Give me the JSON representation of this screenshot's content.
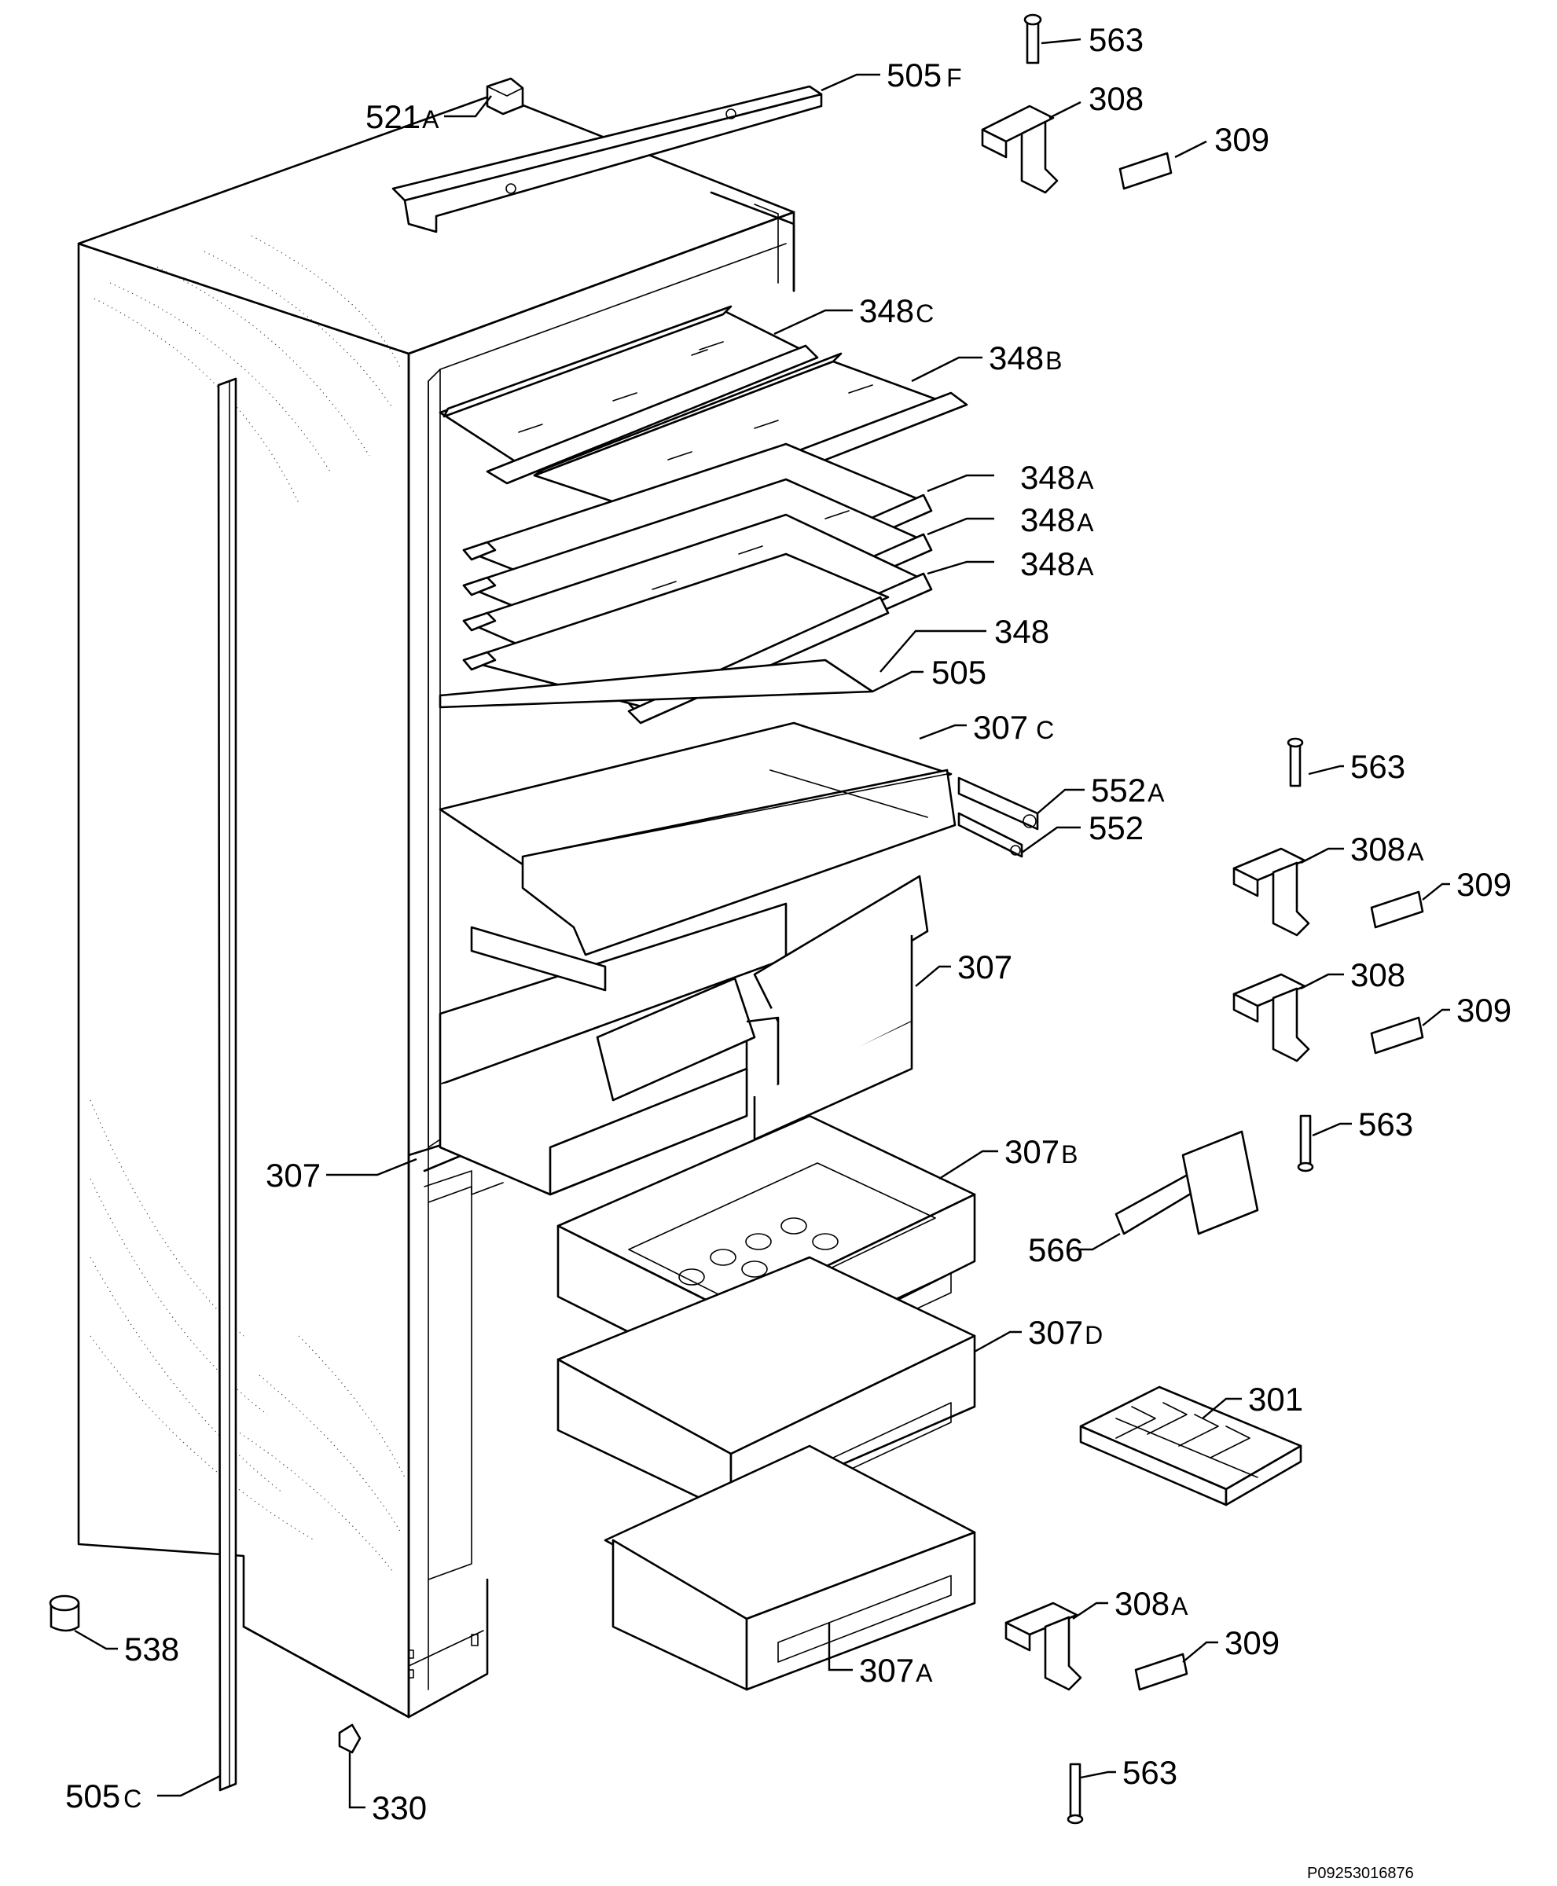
{
  "diagram": {
    "labels": {
      "l563_top": "563",
      "l308_top": "308",
      "l309_top": "309",
      "l505F_num": "505",
      "l505F_sfx": "F",
      "l521A_num": "521",
      "l521A_sfx": "A",
      "l348C_num": "348",
      "l348C_sfx": "C",
      "l348B_num": "348",
      "l348B_sfx": "B",
      "l348A1_num": "348",
      "l348A1_sfx": "A",
      "l348A2_num": "348",
      "l348A2_sfx": "A",
      "l348A3_num": "348",
      "l348A3_sfx": "A",
      "l348": "348",
      "l505": "505",
      "l307C_num": "307",
      "l307C_sfx": "C",
      "l563_mid": "563",
      "l552A_num": "552",
      "l552A_sfx": "A",
      "l552": "552",
      "l308A_mid_num": "308",
      "l308A_mid_sfx": "A",
      "l309_mid1": "309",
      "l307_right": "307",
      "l308_mid": "308",
      "l309_mid2": "309",
      "l563_low": "563",
      "l307B_num": "307",
      "l307B_sfx": "B",
      "l307_left": "307",
      "l566": "566",
      "l307D_num": "307",
      "l307D_sfx": "D",
      "l301": "301",
      "l308A_bot_num": "308",
      "l308A_bot_sfx": "A",
      "l309_bot": "309",
      "l538": "538",
      "l307A_num": "307",
      "l307A_sfx": "A",
      "l505C_num": "505",
      "l505C_sfx": "C",
      "l563_bot": "563",
      "l330": "330"
    },
    "reference_code": "P09253016876"
  }
}
